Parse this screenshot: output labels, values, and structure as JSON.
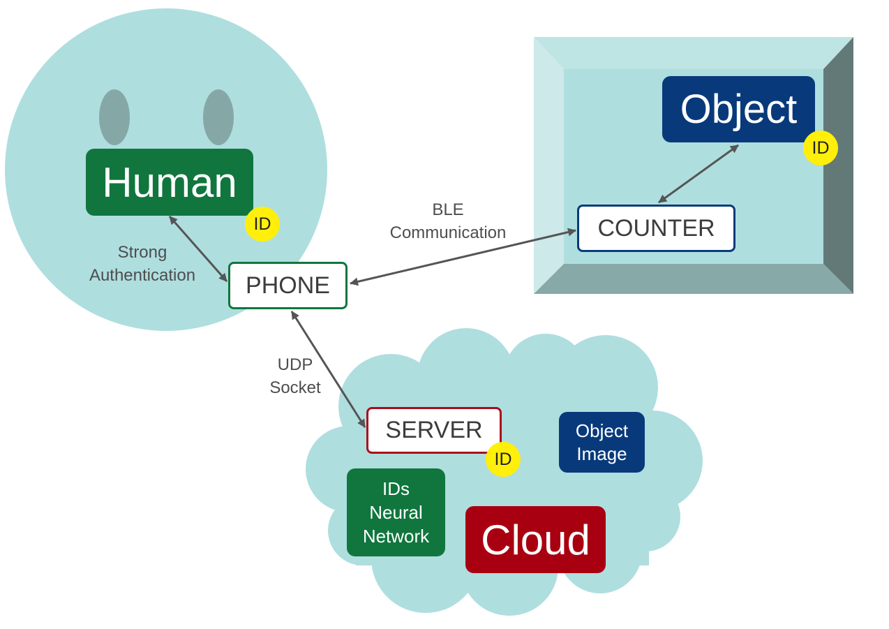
{
  "nodes": {
    "human": {
      "label": "Human",
      "badge": "ID",
      "color": "#10763e"
    },
    "phone": {
      "label": "PHONE",
      "border_color": "#10763e"
    },
    "counter": {
      "label": "COUNTER",
      "border_color": "#0b3a7a"
    },
    "object": {
      "label": "Object",
      "badge": "ID",
      "color": "#083a7b"
    },
    "server": {
      "label": "SERVER",
      "badge": "ID",
      "border_color": "#a90d1d"
    },
    "object_image": {
      "line1": "Object",
      "line2": "Image",
      "color": "#083a7b"
    },
    "ids_neural_network": {
      "line1": "IDs",
      "line2": "Neural",
      "line3": "Network",
      "color": "#10763e"
    },
    "cloud": {
      "label": "Cloud",
      "color": "#a90011"
    }
  },
  "edges": {
    "human_phone": {
      "line1": "Strong",
      "line2": "Authentication"
    },
    "phone_counter": {
      "line1": "BLE",
      "line2": "Communication"
    },
    "phone_server": {
      "line1": "UDP",
      "line2": "Socket"
    },
    "counter_object": {}
  },
  "colors": {
    "region_fill": "#afdedf",
    "eye_fill": "#85a8a7",
    "arrow": "#555555",
    "badge": "#ffef0a"
  }
}
